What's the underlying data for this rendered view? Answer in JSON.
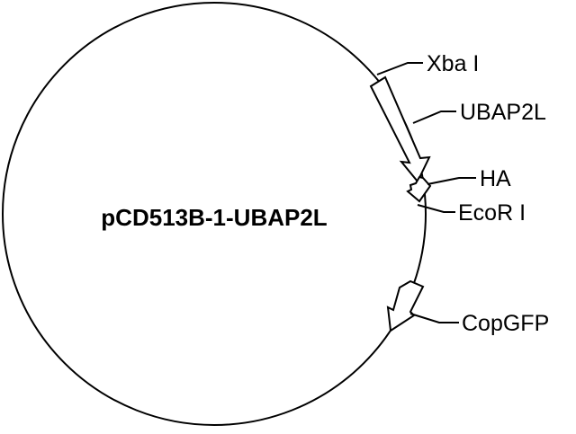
{
  "plasmid": {
    "name": "pCD513B-1-UBAP2L"
  },
  "features": [
    {
      "id": "ubap2l",
      "label": "UBAP2L"
    },
    {
      "id": "ha",
      "label": "HA"
    },
    {
      "id": "copgfp",
      "label": "CopGFP"
    }
  ],
  "sites": [
    {
      "id": "xbai",
      "label": "Xba I"
    },
    {
      "id": "ecori",
      "label": "EcoR I"
    }
  ]
}
